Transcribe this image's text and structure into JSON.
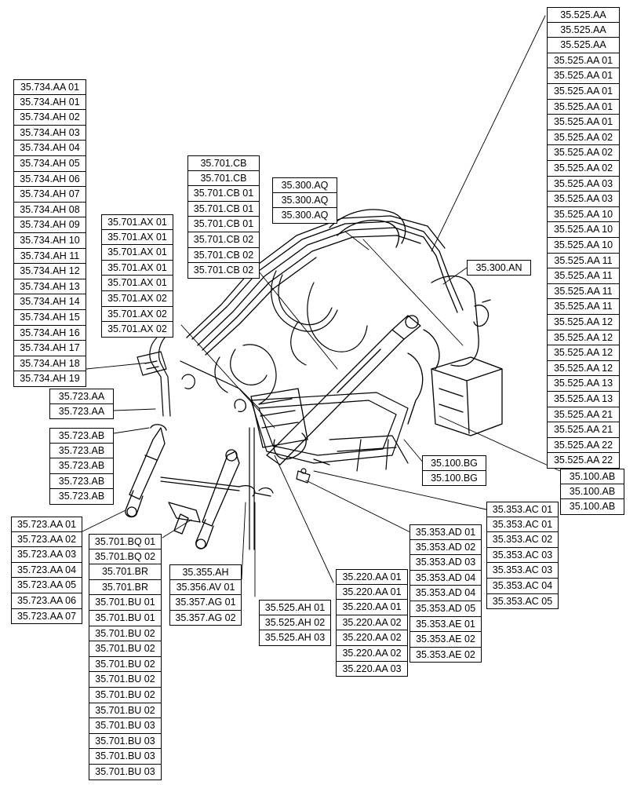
{
  "diagram": {
    "callouts": [
      {
        "id": "g734",
        "codes": [
          "35.734.AA 01",
          "35.734.AH 01",
          "35.734.AH 02",
          "35.734.AH 03",
          "35.734.AH 04",
          "35.734.AH 05",
          "35.734.AH 06",
          "35.734.AH 07",
          "35.734.AH 08",
          "35.734.AH 09",
          "35.734.AH 10",
          "35.734.AH 11",
          "35.734.AH 12",
          "35.734.AH 13",
          "35.734.AH 14",
          "35.734.AH 15",
          "35.734.AH 16",
          "35.734.AH 17",
          "35.734.AH 18",
          "35.734.AH 19"
        ]
      },
      {
        "id": "gcb",
        "codes": [
          "35.701.CB",
          "35.701.CB",
          "35.701.CB 01",
          "35.701.CB 01",
          "35.701.CB 01",
          "35.701.CB 02",
          "35.701.CB 02",
          "35.701.CB 02"
        ]
      },
      {
        "id": "gax",
        "codes": [
          "35.701.AX 01",
          "35.701.AX 01",
          "35.701.AX 01",
          "35.701.AX 01",
          "35.701.AX 01",
          "35.701.AX 02",
          "35.701.AX 02",
          "35.701.AX 02"
        ]
      },
      {
        "id": "gaq",
        "codes": [
          "35.300.AQ",
          "35.300.AQ",
          "35.300.AQ"
        ]
      },
      {
        "id": "g525",
        "codes": [
          "35.525.AA",
          "35.525.AA",
          "35.525.AA",
          "35.525.AA 01",
          "35.525.AA 01",
          "35.525.AA 01",
          "35.525.AA 01",
          "35.525.AA 01",
          "35.525.AA 02",
          "35.525.AA 02",
          "35.525.AA 02",
          "35.525.AA 03",
          "35.525.AA 03",
          "35.525.AA 10",
          "35.525.AA 10",
          "35.525.AA 10",
          "35.525.AA 11",
          "35.525.AA 11",
          "35.525.AA 11",
          "35.525.AA 11",
          "35.525.AA 12",
          "35.525.AA 12",
          "35.525.AA 12",
          "35.525.AA 12",
          "35.525.AA 13",
          "35.525.AA 13",
          "35.525.AA 21",
          "35.525.AA 21",
          "35.525.AA 22",
          "35.525.AA 22"
        ]
      },
      {
        "id": "gan",
        "codes": [
          "35.300.AN"
        ]
      },
      {
        "id": "g723aa",
        "codes": [
          "35.723.AA",
          "35.723.AA"
        ]
      },
      {
        "id": "g723ab",
        "codes": [
          "35.723.AB",
          "35.723.AB",
          "35.723.AB",
          "35.723.AB",
          "35.723.AB"
        ]
      },
      {
        "id": "g723aa0",
        "codes": [
          "35.723.AA 01",
          "35.723.AA 02",
          "35.723.AA 03",
          "35.723.AA 04",
          "35.723.AA 05",
          "35.723.AA 06",
          "35.723.AA 07"
        ]
      },
      {
        "id": "gbq",
        "codes": [
          "35.701.BQ 01",
          "35.701.BQ 02",
          "35.701.BR",
          "35.701.BR",
          "35.701.BU 01",
          "35.701.BU 01",
          "35.701.BU 02",
          "35.701.BU 02",
          "35.701.BU 02",
          "35.701.BU 02",
          "35.701.BU 02",
          "35.701.BU 02",
          "35.701.BU 03",
          "35.701.BU 03",
          "35.701.BU 03",
          "35.701.BU 03"
        ]
      },
      {
        "id": "g355",
        "codes": [
          "35.355.AH",
          "35.356.AV 01",
          "35.357.AG 01",
          "35.357.AG 02"
        ]
      },
      {
        "id": "gah",
        "codes": [
          "35.525.AH 01",
          "35.525.AH 02",
          "35.525.AH 03"
        ]
      },
      {
        "id": "g220",
        "codes": [
          "35.220.AA 01",
          "35.220.AA 01",
          "35.220.AA 01",
          "35.220.AA 02",
          "35.220.AA 02",
          "35.220.AA 02",
          "35.220.AA 03"
        ]
      },
      {
        "id": "gad",
        "codes": [
          "35.353.AD 01",
          "35.353.AD 02",
          "35.353.AD 03",
          "35.353.AD 04",
          "35.353.AD 04",
          "35.353.AD 05",
          "35.353.AE 01",
          "35.353.AE 02",
          "35.353.AE 02"
        ]
      },
      {
        "id": "gac",
        "codes": [
          "35.353.AC 01",
          "35.353.AC 01",
          "35.353.AC 02",
          "35.353.AC 03",
          "35.353.AC 03",
          "35.353.AC 04",
          "35.353.AC 05"
        ]
      },
      {
        "id": "gbg",
        "codes": [
          "35.100.BG",
          "35.100.BG"
        ]
      },
      {
        "id": "gab",
        "codes": [
          "35.100.AB",
          "35.100.AB",
          "35.100.AB"
        ]
      }
    ]
  }
}
